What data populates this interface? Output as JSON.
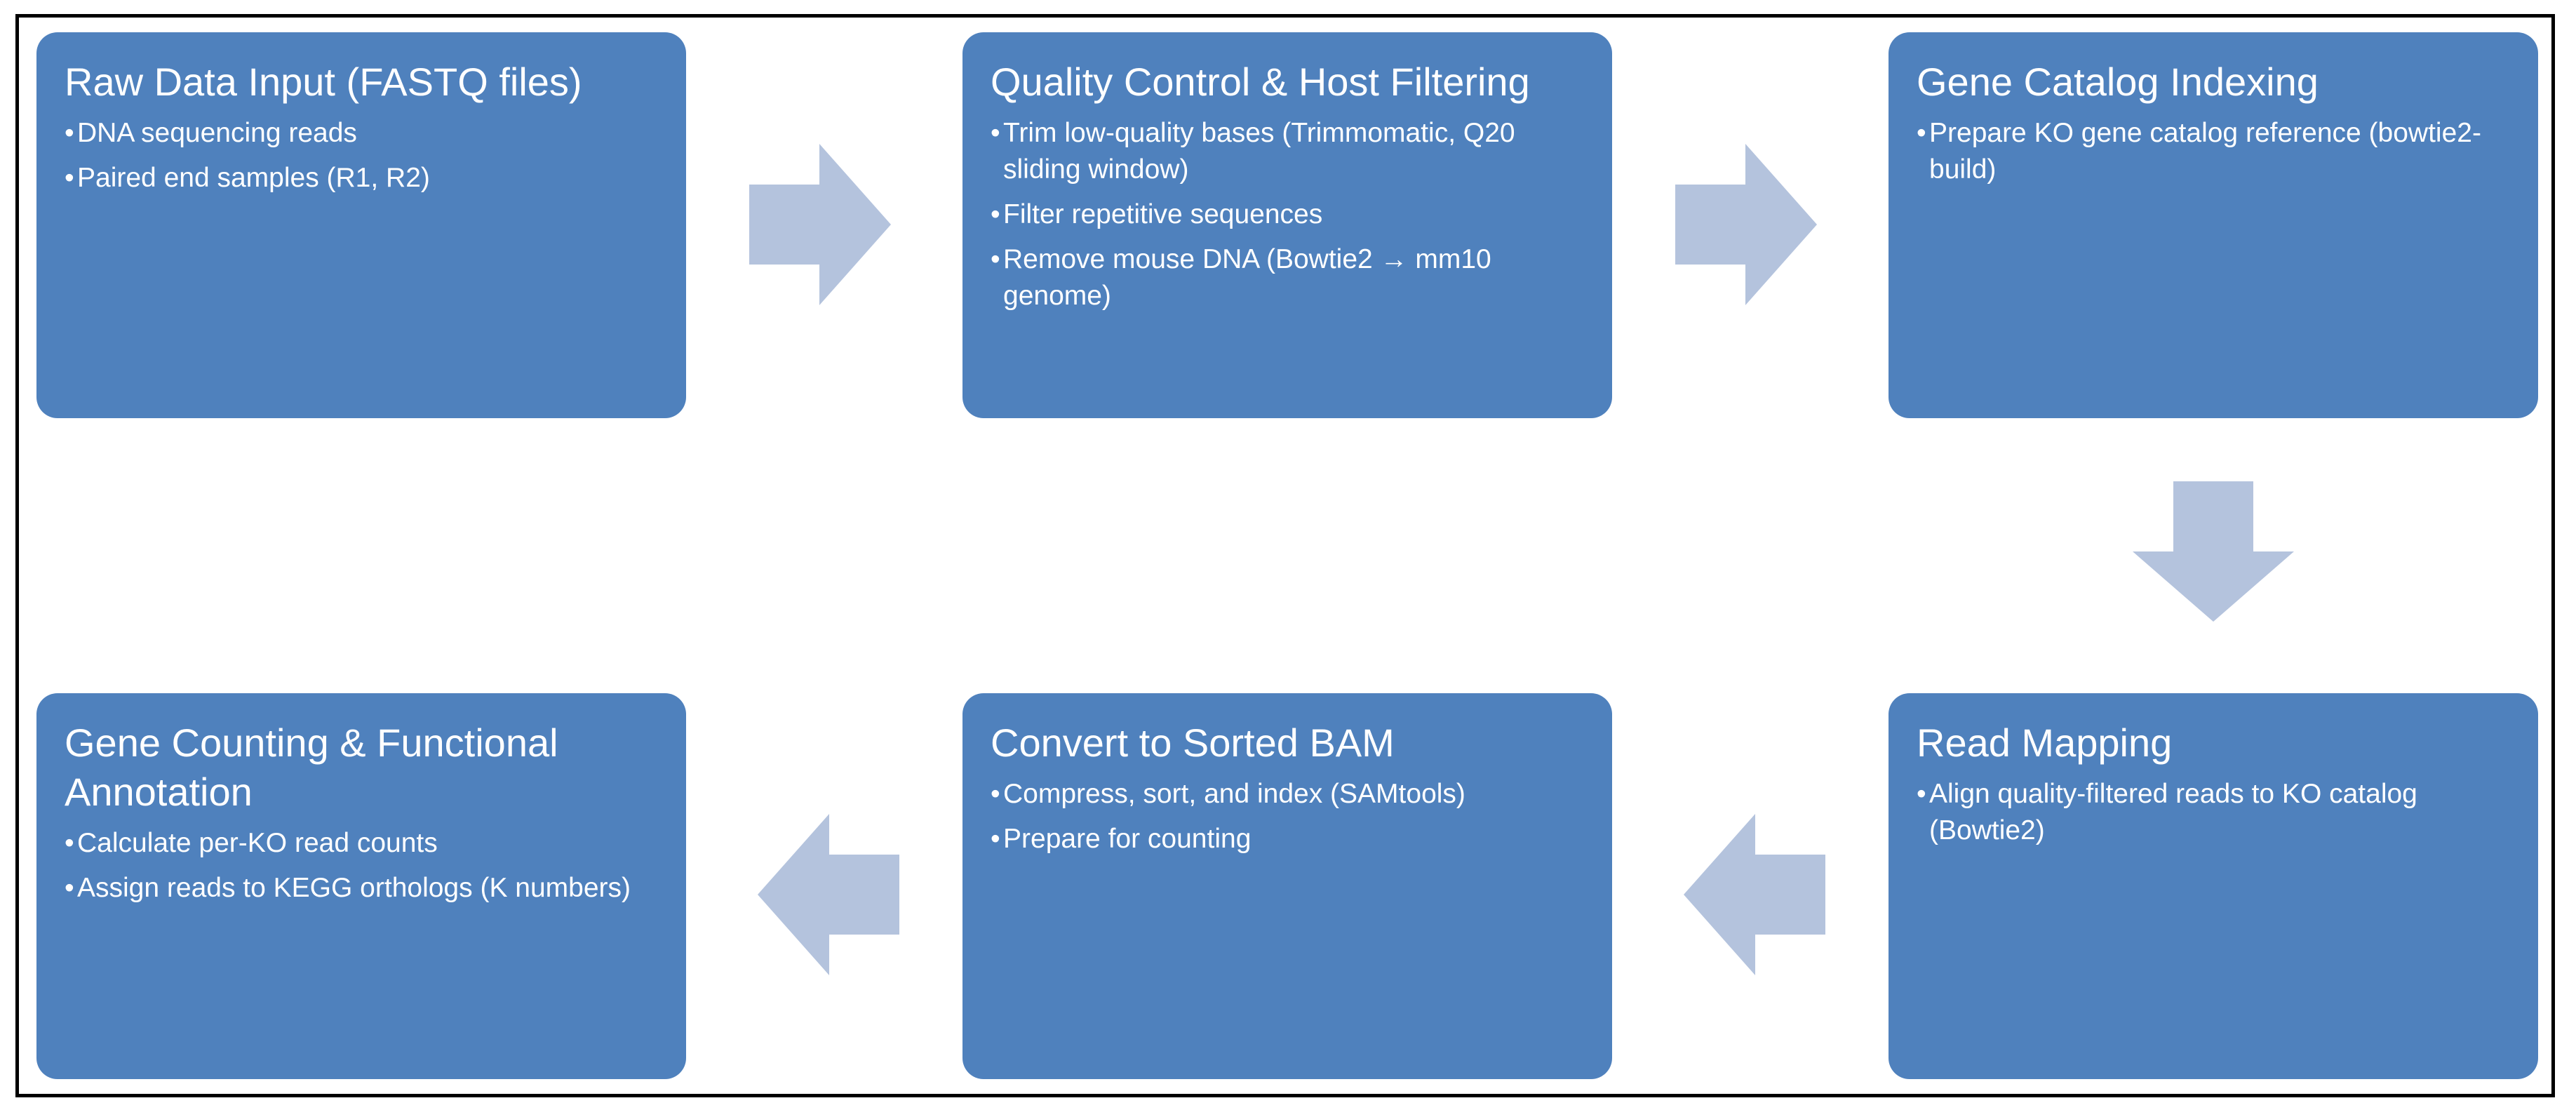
{
  "colors": {
    "box_fill": "#4f81bd",
    "box_text": "#ffffff",
    "arrow_fill": "#b4c3dd",
    "frame_border": "#000000"
  },
  "steps": [
    {
      "title": "Raw Data Input (FASTQ files)",
      "items": [
        "DNA sequencing reads",
        "Paired end samples (R1, R2)"
      ]
    },
    {
      "title": "Quality Control & Host Filtering",
      "items": [
        "Trim low-quality bases (Trimmomatic, Q20 sliding window)",
        "Filter repetitive sequences",
        "Remove mouse DNA (Bowtie2 → mm10 genome)"
      ]
    },
    {
      "title": "Gene Catalog Indexing",
      "items": [
        "Prepare KO gene catalog reference (bowtie2-build)"
      ]
    },
    {
      "title": "Read Mapping",
      "items": [
        "Align quality-filtered reads to KO catalog (Bowtie2)"
      ]
    },
    {
      "title": "Convert to Sorted BAM",
      "items": [
        "Compress, sort, and index (SAMtools)",
        "Prepare for counting"
      ]
    },
    {
      "title": "Gene Counting & Functional Annotation",
      "items": [
        "Calculate per-KO read counts",
        "Assign reads to KEGG orthologs (K numbers)"
      ]
    }
  ],
  "arrows": [
    {
      "from": 1,
      "to": 2,
      "direction": "right"
    },
    {
      "from": 2,
      "to": 3,
      "direction": "right"
    },
    {
      "from": 3,
      "to": 4,
      "direction": "down"
    },
    {
      "from": 4,
      "to": 5,
      "direction": "left"
    },
    {
      "from": 5,
      "to": 6,
      "direction": "left"
    }
  ]
}
